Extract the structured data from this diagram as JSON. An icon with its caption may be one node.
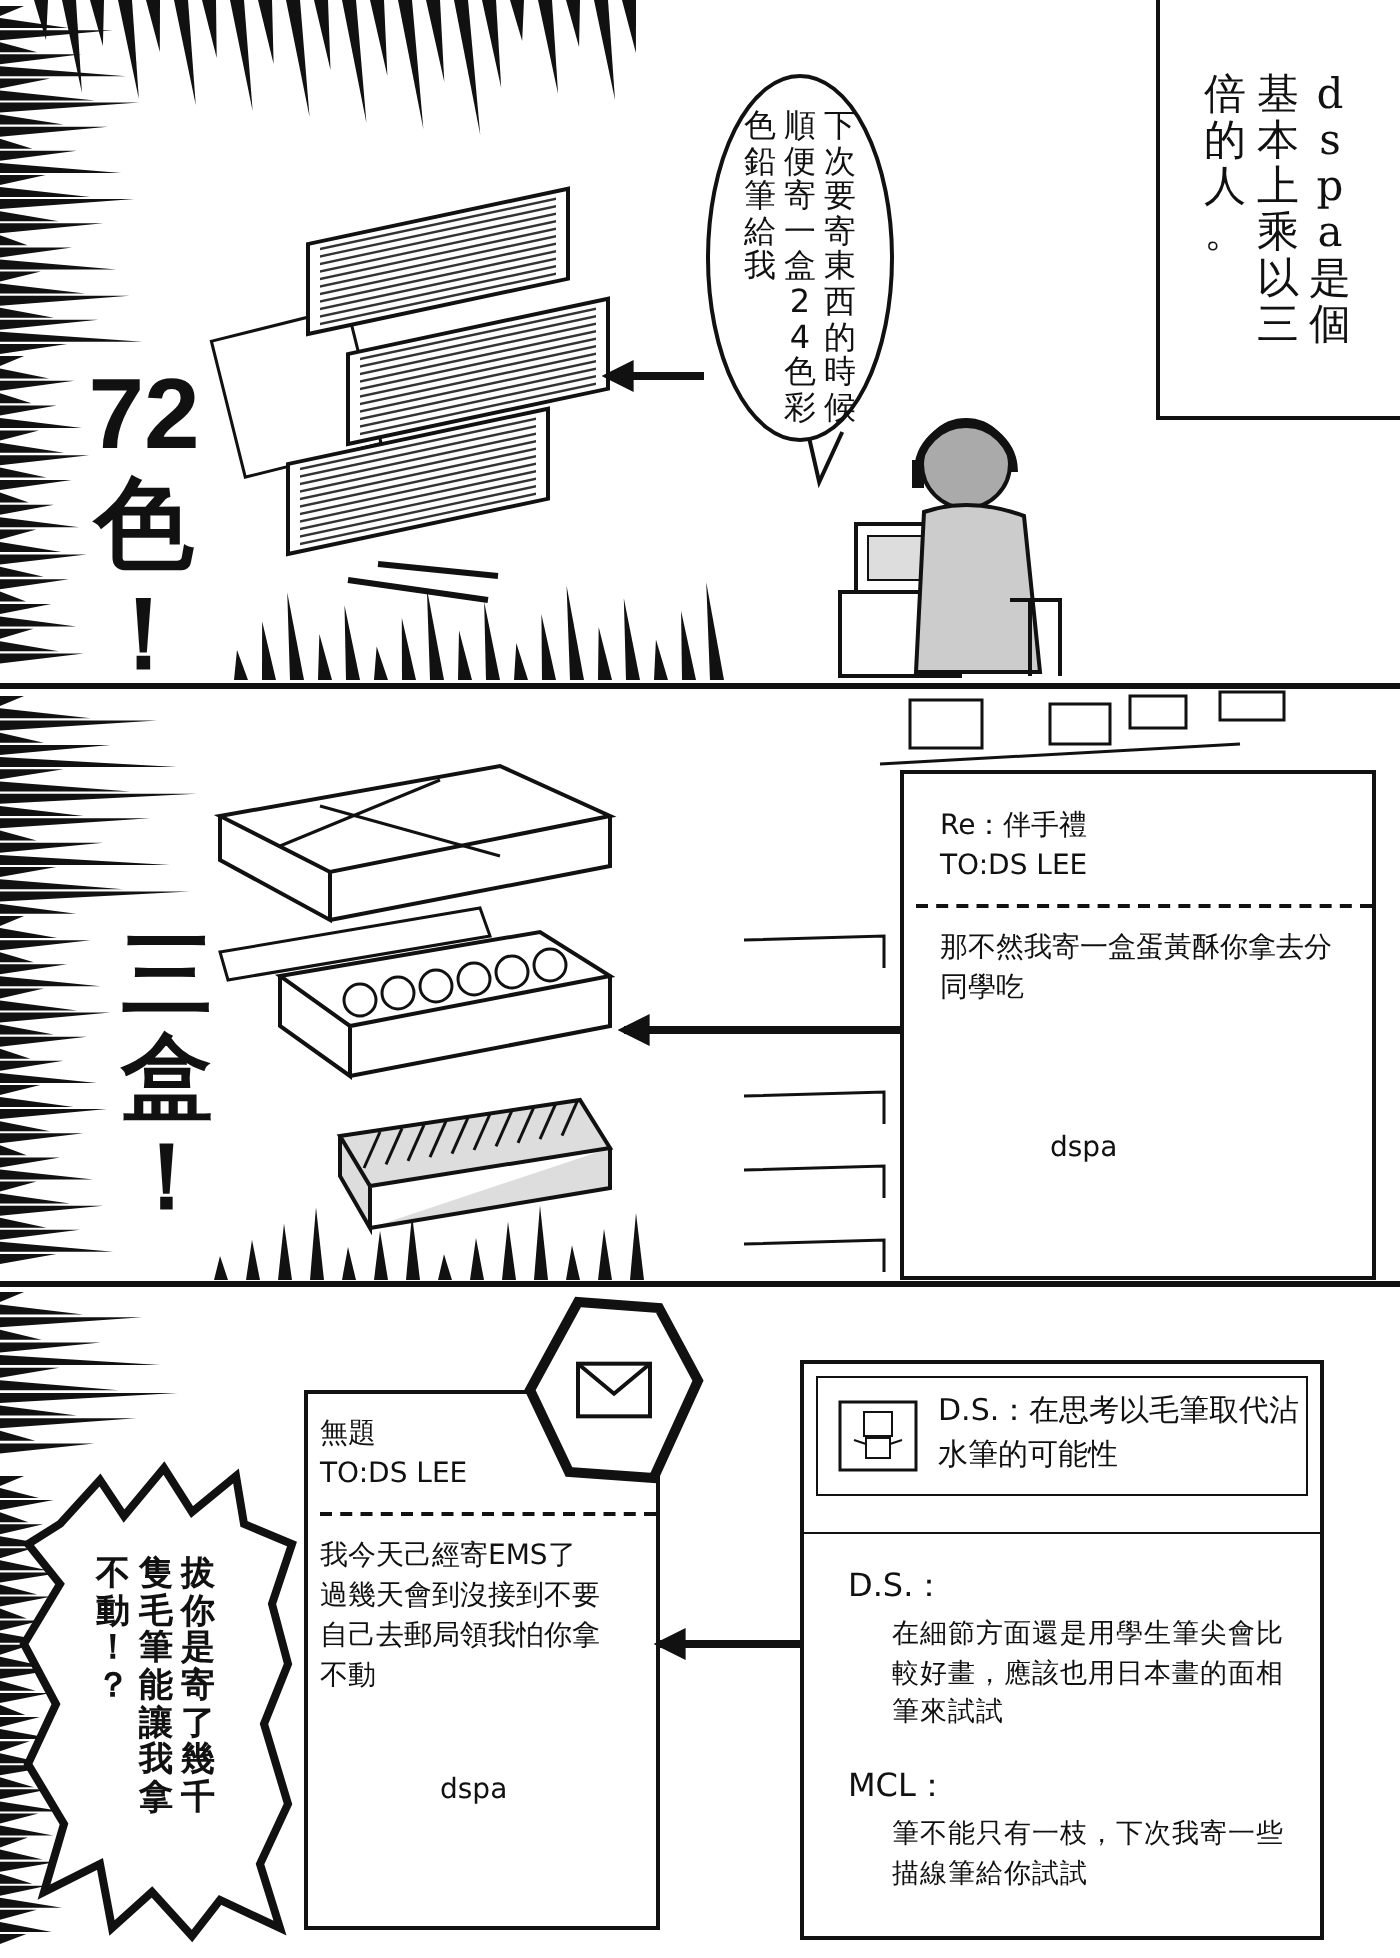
{
  "diagram": {
    "nodes": [
      {
        "text": [
          "dspa是個基本上乘以三倍的人。"
        ]
      },
      {
        "text": [
          "下次要寄東西的時候順便寄一盒24色彩色鉛筆給我"
        ]
      },
      {
        "text": [],
        "shape": "picture"
      },
      {
        "text": [
          "Re：伴手禮",
          "TO:DS LEE",
          "那不然我寄一盒蛋黃酥你拿去分同學吃",
          "dspa"
        ]
      },
      {
        "text": [],
        "shape": "picture"
      },
      {
        "text": [
          "無題",
          "TO:DS LEE",
          "我今天己經寄EMS了過幾天會到沒接到不要自己去郵局領我怕你拿不動",
          "dspa"
        ]
      },
      {
        "text": [],
        "shape": "picture"
      },
      {
        "text": [
          "拔你是寄了幾千隻毛筆能讓我拿不動！？"
        ]
      },
      {
        "text": [
          "D.S.：在思考以毛筆取代沾水筆的可能性",
          "D.S.：",
          "在細節方面還是用學生筆尖會比較好畫，應該也用日本畫的面相筆來試試",
          "MCL：",
          "筆不能只有一枝，下次我寄一些描線筆給你試試"
        ]
      }
    ],
    "edges": [
      {
        "from": 1,
        "to": 2,
        "arrow": "to"
      },
      {
        "from": 3,
        "to": 4,
        "arrow": "to"
      },
      {
        "from": 8,
        "to": 5,
        "arrow": "to"
      }
    ],
    "labels": [
      "72色！",
      "三盒！"
    ]
  }
}
